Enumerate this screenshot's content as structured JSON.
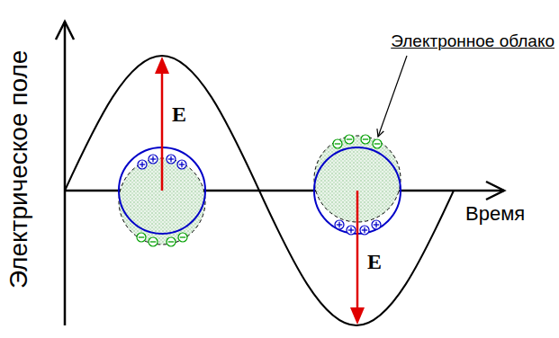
{
  "diagram": {
    "labels": [
      "Электрическое поле",
      "E",
      "Электронное облако",
      "Время",
      "E"
    ]
  }
}
